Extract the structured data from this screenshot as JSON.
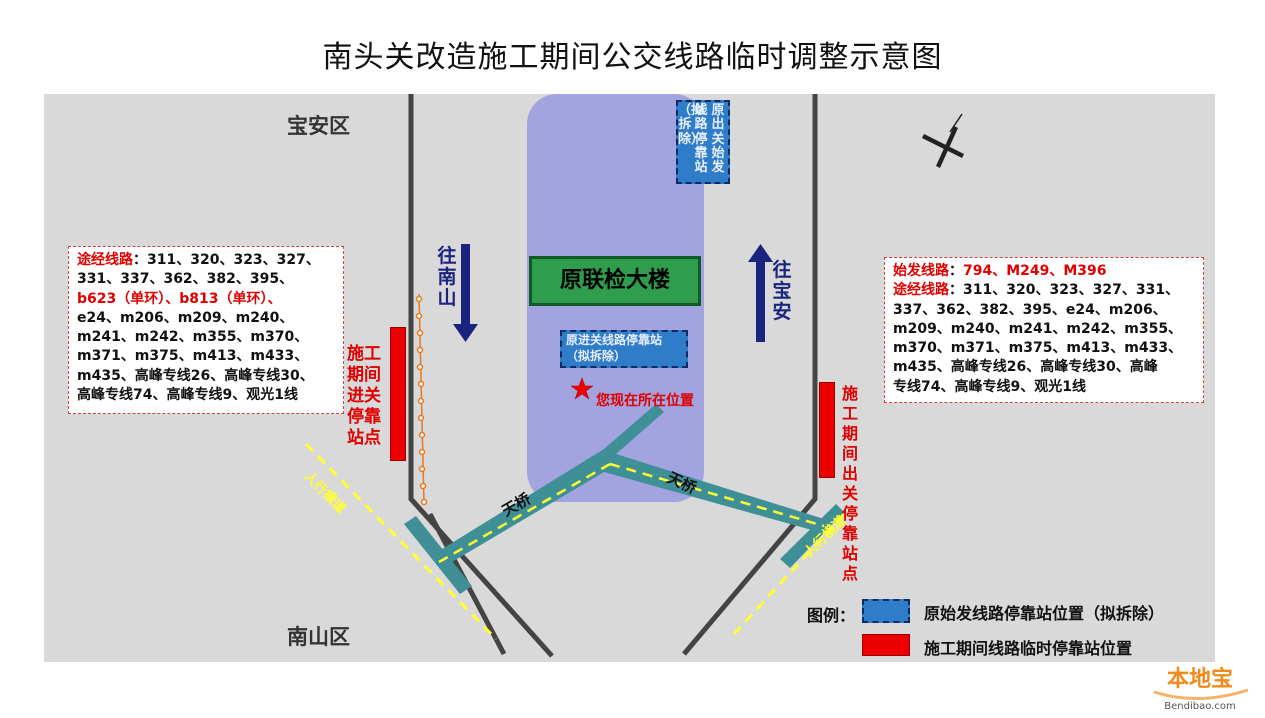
{
  "title": "南头关改造施工期间公交线路临时调整示意图",
  "districts": {
    "north": "宝安区",
    "south": "南山区"
  },
  "directions": {
    "south": "往南山",
    "north": "往宝安"
  },
  "building": "原联检大楼",
  "stop_origin": "原出关始发线路停靠站（拟拆除）",
  "stop_origin_col1": "原出关始发",
  "stop_origin_col2": "线路停靠站",
  "stop_origin_col3": "（拟拆除）",
  "stop_entry_line1": "原进关线路停靠站",
  "stop_entry_line2": "（拟拆除）",
  "you_are_here": "您现在所在位置",
  "bridge": "天桥",
  "crosswalk": "人行横道",
  "left_box": {
    "label": "途经线路",
    "lines": [
      "：311、320、323、327、",
      "331、337、362、382、395、",
      "b623（单环）、b813（单环）、",
      "e24、m206、m209、m240、",
      "m241、m242、m355、m370、",
      "m371、m375、m413、m433、",
      "m435、高峰专线26、高峰专线30、",
      "高峰专线74、高峰专线9、观光1线"
    ],
    "red_routes": "b623（单环）、b813（单环）"
  },
  "right_box": {
    "start_label": "始发线路",
    "start_routes": "794、M249、M396",
    "via_label": "途经线路",
    "lines": [
      "：311、320、323、327、331、",
      "337、362、382、395、e24、m206、",
      "m209、m240、m241、m242、m355、",
      "m370、m371、m375、m413、m433、",
      "m435、高峰专线26、高峰专线30、高峰",
      "专线74、高峰专线9、观光1线"
    ]
  },
  "stop_in_label": "施工期间进关停靠站点",
  "stop_out_label": "施工期间出关停靠站点",
  "legend": {
    "title": "图例：",
    "item1": "原始发线路停靠站位置（拟拆除）",
    "item2": "施工期间线路临时停靠站位置"
  },
  "watermark": {
    "cn": "本地宝",
    "en": "Bendibao.com"
  },
  "colors": {
    "building": "#2e9e4e",
    "bridge": "#3e8f96",
    "zone": "#a3a3e0",
    "stop_removed": "#2f7cc8",
    "stop_temp": "#ee0000",
    "crosswalk": "#ffff33",
    "map_bg": "#d9d9d9"
  }
}
